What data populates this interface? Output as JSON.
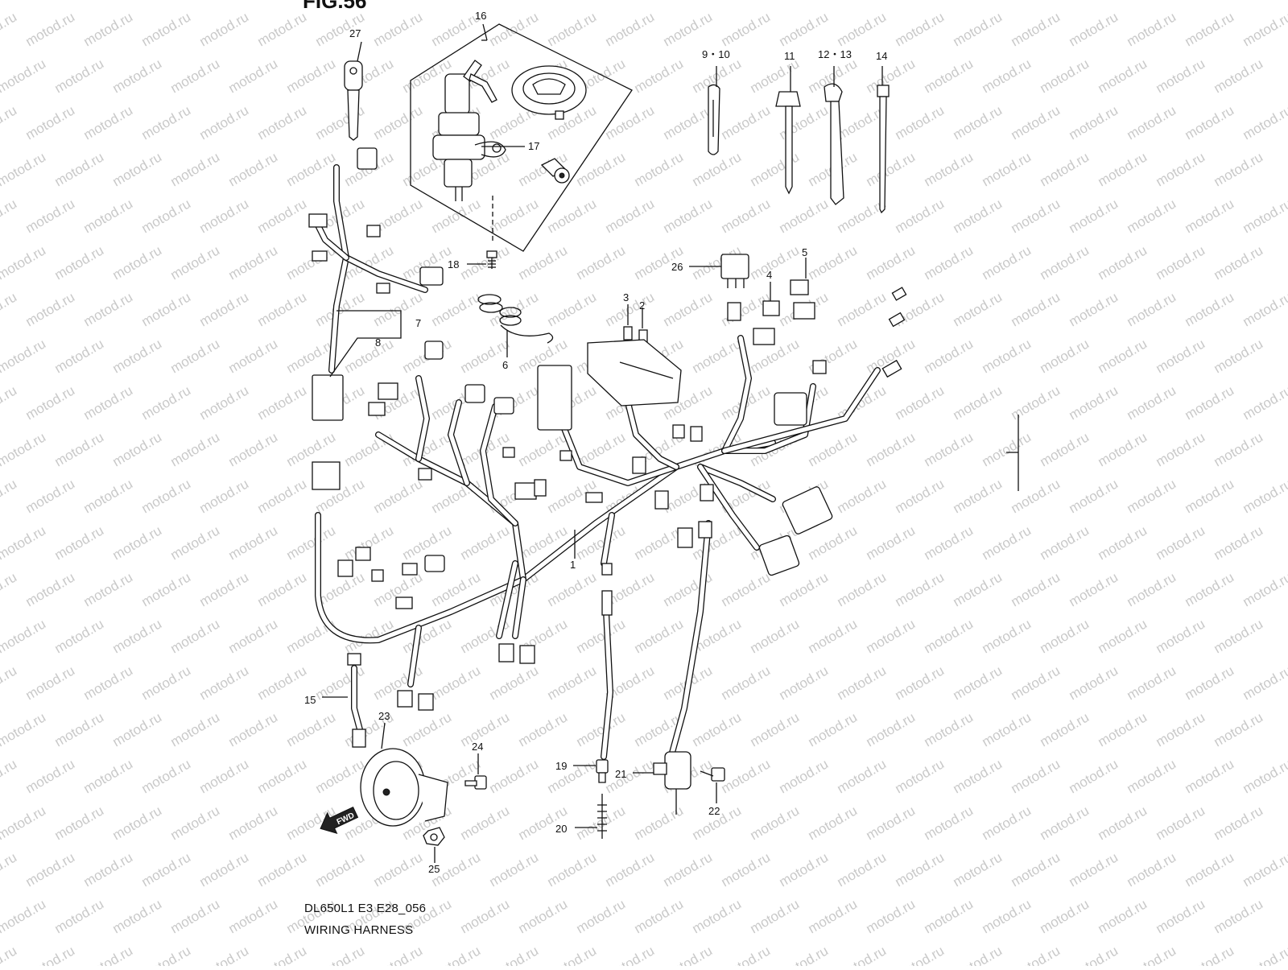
{
  "figure_title": "FIG.56",
  "watermark_text": "motod.ru",
  "model_code": "DL650L1 E3 E28_056",
  "diagram_title": "WIRING HARNESS",
  "fwd_label": "FWD",
  "callouts": {
    "c1": "1",
    "c2": "2",
    "c3": "3",
    "c4": "4",
    "c5": "5",
    "c6": "6",
    "c7": "7",
    "c8": "8",
    "c9_10": "9・10",
    "c11": "11",
    "c12_13": "12・13",
    "c14": "14",
    "c15": "15",
    "c16": "16",
    "c17": "17",
    "c18": "18",
    "c19": "19",
    "c20": "20",
    "c21": "21",
    "c22": "22",
    "c23": "23",
    "c24": "24",
    "c25": "25",
    "c26": "26",
    "c27": "27"
  },
  "colors": {
    "line": "#111111",
    "watermark": "#c9c9c9",
    "background": "#ffffff"
  }
}
